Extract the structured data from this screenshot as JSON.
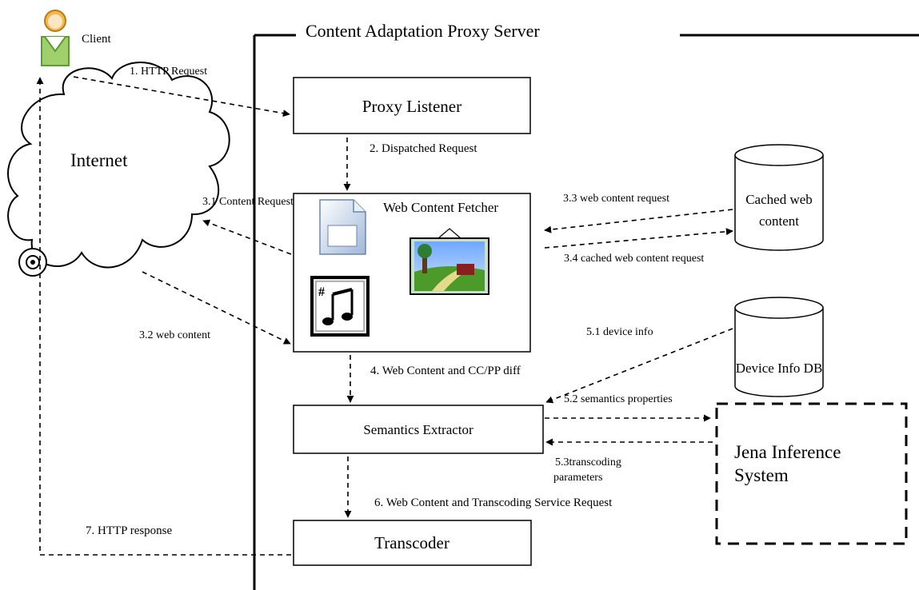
{
  "server_title": "Content Adaptation Proxy Server",
  "nodes": {
    "client": "Client",
    "internet": "Internet",
    "proxy_listener": "Proxy Listener",
    "web_content_fetcher": "Web Content Fetcher",
    "cached_web_content_line1": "Cached web",
    "cached_web_content_line2": "content",
    "device_info_db": "Device Info DB",
    "semantics_extractor": "Semantics Extractor",
    "transcoder": "Transcoder",
    "jena_line1": "Jena Inference",
    "jena_line2": "System"
  },
  "edges": {
    "http_request": "1. HTTP Request",
    "dispatched_request": "2. Dispatched Request",
    "content_request": "3.1 Content Request",
    "web_content": "3.2 web content",
    "web_content_request": "3.3 web content request",
    "cached_web_content_request": "3.4 cached web content request",
    "web_content_ccpp": "4. Web Content and CC/PP diff",
    "device_info": "5.1 device info",
    "semantics_properties": "5.2 semantics properties",
    "transcoding_params_line1": "5.3transcoding",
    "transcoding_params_line2": "parameters",
    "transcoding_service_request": "6. Web Content and Transcoding Service Request",
    "http_response": "7. HTTP response"
  },
  "icons": [
    "client-person-icon",
    "document-icon",
    "landscape-picture-icon",
    "music-notes-icon",
    "speaker-icon"
  ]
}
